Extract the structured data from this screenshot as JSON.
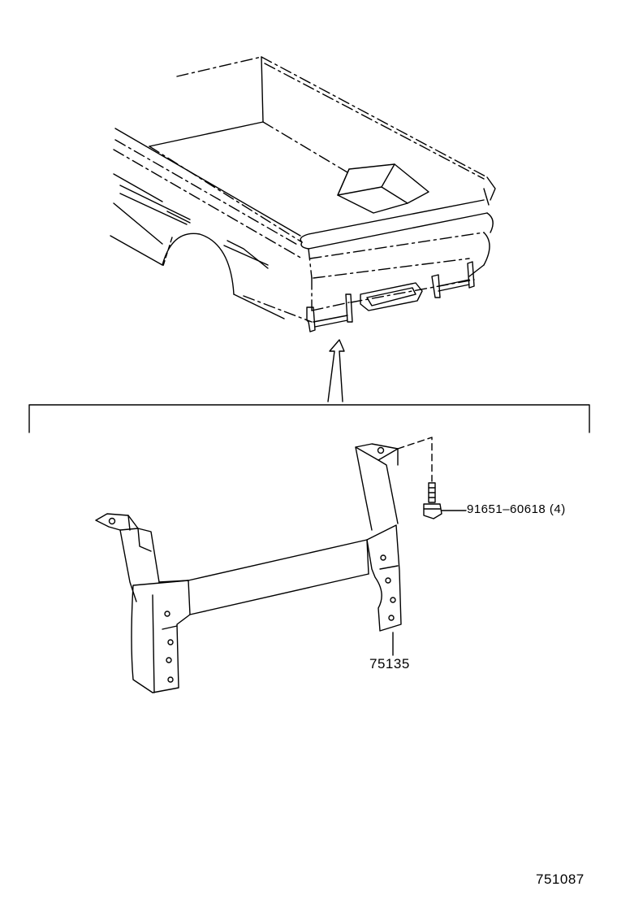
{
  "parts": {
    "bolt_label": "91651–60618 (4)",
    "bracket_label": "75135"
  },
  "figure_id": "751087"
}
